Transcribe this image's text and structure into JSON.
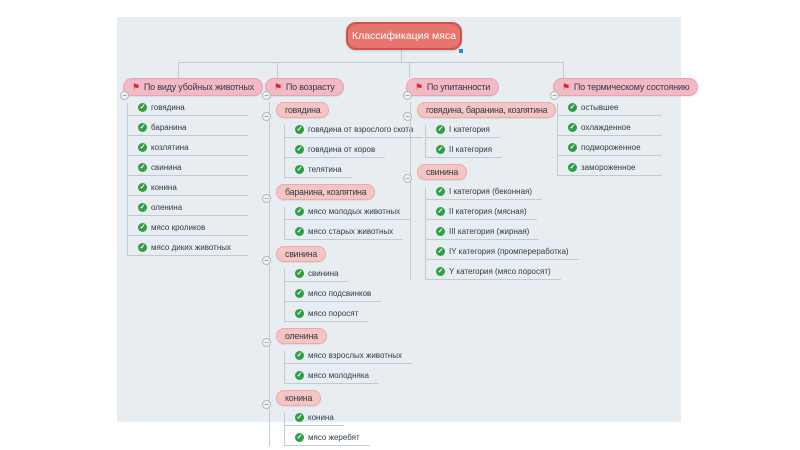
{
  "title": "Классификация мяса",
  "icons": {
    "flag": "⚑",
    "check": "✓",
    "collapse": "−",
    "flag_name": "flag-icon",
    "check_name": "check-icon"
  },
  "colors": {
    "canvas_bg": "#e7edf1",
    "title_bg": "#e5756d",
    "title_border": "#cf5149",
    "branch_pill_bg": "#f3bac6",
    "group_pill_bg": "#f4c5c2",
    "check_green": "#2f9e44",
    "flag_red": "#cf2b2b",
    "connector_gray": "#c2cad1",
    "selection_handle_blue": "#2e86d6"
  },
  "branches": [
    {
      "label": "По виду убойных животных",
      "children": [
        {
          "label": "говядина"
        },
        {
          "label": "баранина"
        },
        {
          "label": "козлятина"
        },
        {
          "label": "свинина"
        },
        {
          "label": "конина"
        },
        {
          "label": "оленина"
        },
        {
          "label": "мясо кроликов"
        },
        {
          "label": "мясо диких животных"
        }
      ]
    },
    {
      "label": "По возрасту",
      "children": [
        {
          "label": "говядина",
          "items": [
            "говядина от взрослого скота",
            "говядина от коров",
            "телятина"
          ]
        },
        {
          "label": "баранина, козлятина",
          "items": [
            "мясо молодых животных",
            "мясо старых животных"
          ]
        },
        {
          "label": "свинина",
          "items": [
            "свинина",
            "мясо подсвинков",
            "мясо поросят"
          ]
        },
        {
          "label": "оленина",
          "items": [
            "мясо взрослых животных",
            "мясо молодняка"
          ]
        },
        {
          "label": "конина",
          "items": [
            "конина",
            "мясо жеребят"
          ]
        }
      ]
    },
    {
      "label": "По упитанности",
      "children": [
        {
          "label": "говядина, баранина, козлятина",
          "items": [
            "I категория",
            "II категория"
          ]
        },
        {
          "label": "свинина",
          "items": [
            "I категория (беконная)",
            "II категория (мясная)",
            "III категория (жирная)",
            "IY категория (промпереработка)",
            "Y категория (мясо поросят)"
          ]
        }
      ]
    },
    {
      "label": "По термическому состоянию",
      "children": [
        {
          "label": "остывшее"
        },
        {
          "label": "охлажденное"
        },
        {
          "label": "подмороженное"
        },
        {
          "label": "замороженное"
        }
      ]
    }
  ]
}
